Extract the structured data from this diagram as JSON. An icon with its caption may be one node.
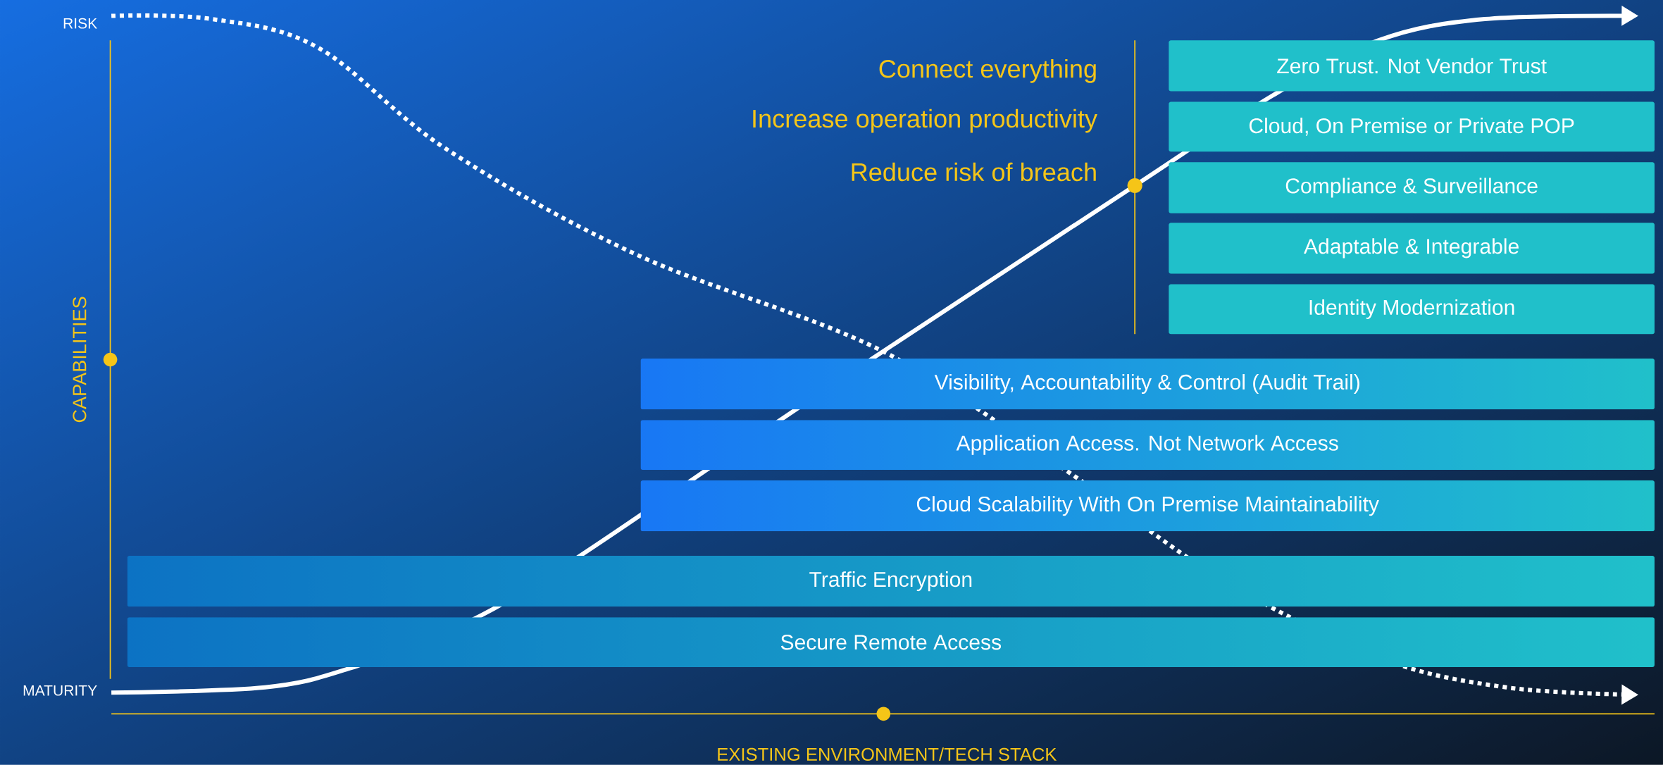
{
  "diagram": {
    "nodes": [
      {
        "text": [
          "Zero Trust. Not Vendor Trust"
        ]
      },
      {
        "text": [
          "Cloud, On Premise or Private POP"
        ]
      },
      {
        "text": [
          "Compliance & Surveillance"
        ]
      },
      {
        "text": [
          "Adaptable & Integrable"
        ]
      },
      {
        "text": [
          "Identity Modernization"
        ]
      },
      {
        "text": [
          "Visibility, Accountability & Control (Audit Trail)"
        ]
      },
      {
        "text": [
          "Application Access. Not Network Access"
        ]
      },
      {
        "text": [
          "Cloud Scalability With On Premise Maintainability"
        ]
      },
      {
        "text": [
          "Traffic Encryption"
        ]
      },
      {
        "text": [
          "Secure Remote Access"
        ]
      }
    ],
    "labels": [
      "RISK",
      "Connect everything",
      "Increase operation productivity",
      "Reduce risk of breach",
      "CAPABILITIES",
      "MATURITY",
      "EXISTING ENVIRONMENT/TECH STACK"
    ]
  }
}
